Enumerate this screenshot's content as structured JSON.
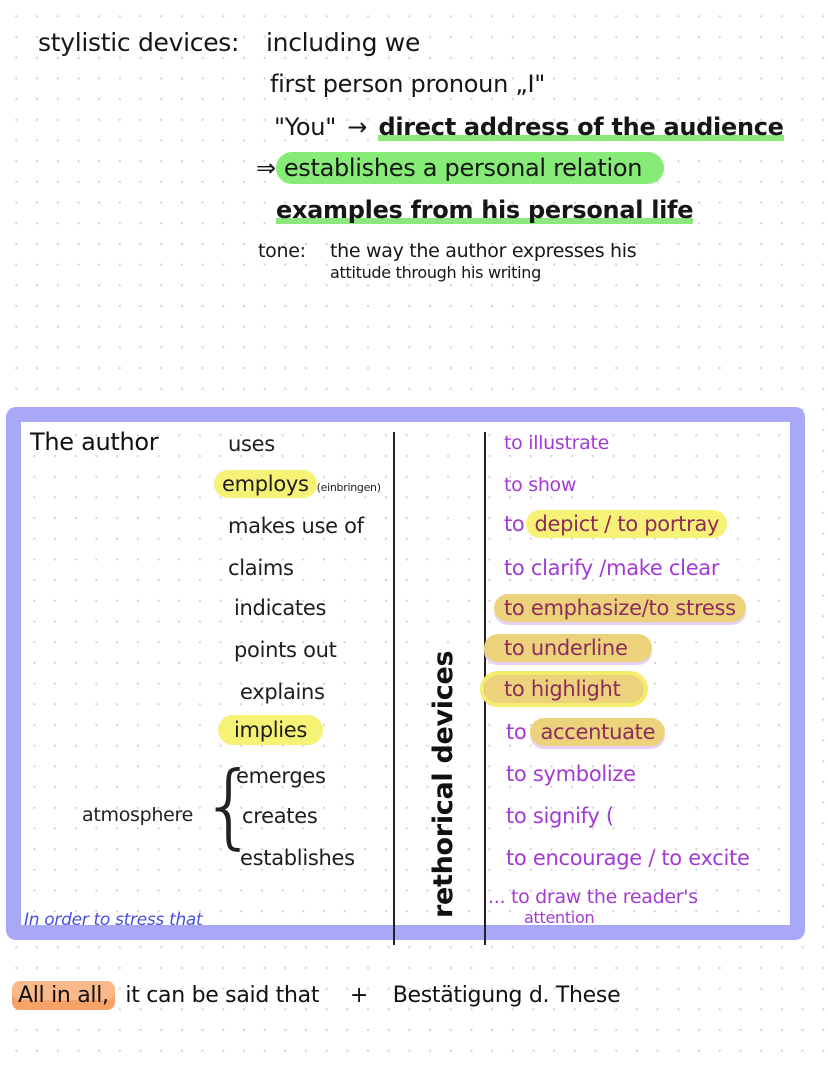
{
  "notes_top": {
    "heading": "stylistic devices:",
    "lines": [
      "including we",
      "first person pronoun „I\"",
      "\"You\"",
      "direct address of the audience",
      "establishes a personal relation",
      "examples from his personal life"
    ],
    "arrow_right": "→",
    "double_arrow": "⇒",
    "tone_label": "tone:",
    "tone_text_1": "the way the author expresses his",
    "tone_text_2": "attitude through his writing"
  },
  "box": {
    "subject": "The author",
    "verbs": [
      "uses",
      "employs",
      "makes use of",
      "claims",
      "indicates",
      "points out",
      "explains",
      "implies",
      "emerges",
      "creates",
      "establishes"
    ],
    "employs_note": "(einbringen)",
    "atmosphere_label": "atmosphere",
    "brace_glyph": "{",
    "rotated_label": "rethorical devices",
    "purposes": [
      "to illustrate",
      "to show",
      "to",
      "depict / to portray",
      "to clarify /make clear",
      "to emphasize/to stress",
      "to underline",
      "to highlight",
      "to",
      "accentuate",
      "to symbolize",
      "to signify (",
      "to encourage / to excite",
      "... to draw the reader's",
      "attention"
    ],
    "blue_note": "In order to stress that",
    "frame_color": "#a9a8f7",
    "purple_color": "#a33ad4"
  },
  "bottom": {
    "highlight": "All in all,",
    "rest": "it can be said that",
    "plus": "+",
    "tail": "Bestätigung d. These"
  }
}
